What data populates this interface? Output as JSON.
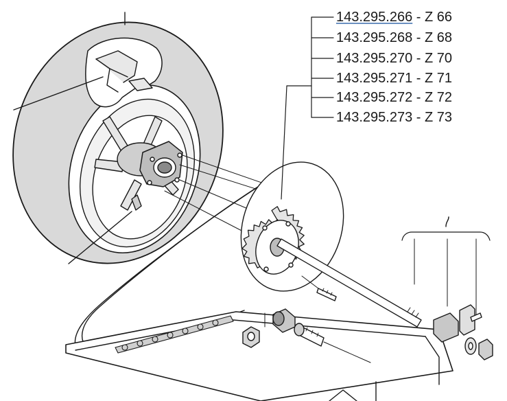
{
  "diagram": {
    "colors": {
      "line": "#1a1a1a",
      "tire": "#d9d9d9",
      "rim": "#ffffff",
      "hub": "#bdbdbd",
      "link": "#6a8fc0"
    },
    "part_list": [
      {
        "number": "143.295.266",
        "separator": " - ",
        "teeth": "Z 66",
        "linked": true
      },
      {
        "number": "143.295.268",
        "separator": " - ",
        "teeth": "Z 68",
        "linked": false
      },
      {
        "number": "143.295.270",
        "separator": " - ",
        "teeth": "Z 70",
        "linked": false
      },
      {
        "number": "143.295.271",
        "separator": " - ",
        "teeth": "Z 71",
        "linked": false
      },
      {
        "number": "143.295.272",
        "separator": " - ",
        "teeth": "Z 72",
        "linked": false
      },
      {
        "number": "143.295.273",
        "separator": " - ",
        "teeth": "Z 73",
        "linked": false
      }
    ]
  }
}
